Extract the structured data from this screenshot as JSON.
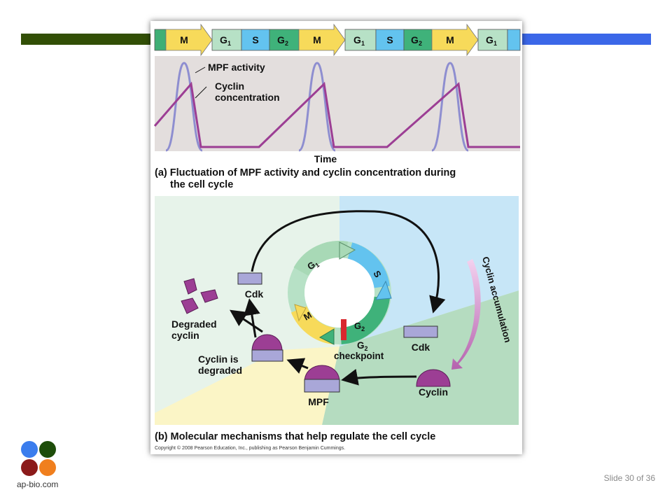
{
  "slide": {
    "label": "Slide 30 of 36"
  },
  "logo": {
    "text": "ap-bio.com",
    "colors": [
      "#3b7ded",
      "#1e4d0a",
      "#8b1a1a",
      "#f07f1e"
    ]
  },
  "decor": {
    "left_bar_color": "#324f06",
    "right_bar_color": "#3b67e8"
  },
  "figure": {
    "phase_bar": [
      "M",
      "G1",
      "S",
      "G2",
      "M",
      "G1",
      "S",
      "G2",
      "M",
      "G1"
    ],
    "part_a": {
      "legend_mpf": "MPF activity",
      "legend_cyclin_1": "Cyclin",
      "legend_cyclin_2": "concentration",
      "xlabel": "Time",
      "caption_1": "(a) Fluctuation of MPF activity and cyclin concentration during",
      "caption_2": "the cell cycle"
    },
    "part_b": {
      "cdk_left": "Cdk",
      "cdk_right": "Cdk",
      "degraded_1": "Degraded",
      "degraded_2": "cyclin",
      "is_degraded_1": "Cyclin is",
      "is_degraded_2": "degraded",
      "checkpoint_1": "G2",
      "checkpoint_2": "checkpoint",
      "mpf": "MPF",
      "cyclin": "Cyclin",
      "accumulation": "Cyclin accumulation",
      "ring_g1": "G1",
      "ring_s": "S",
      "ring_g2": "G2",
      "ring_m": "M",
      "caption": "(b) Molecular mechanisms that help regulate the cell cycle"
    },
    "copyright": "Copyright © 2008 Pearson Education, Inc., publishing as Pearson Benjamin Cummings."
  }
}
